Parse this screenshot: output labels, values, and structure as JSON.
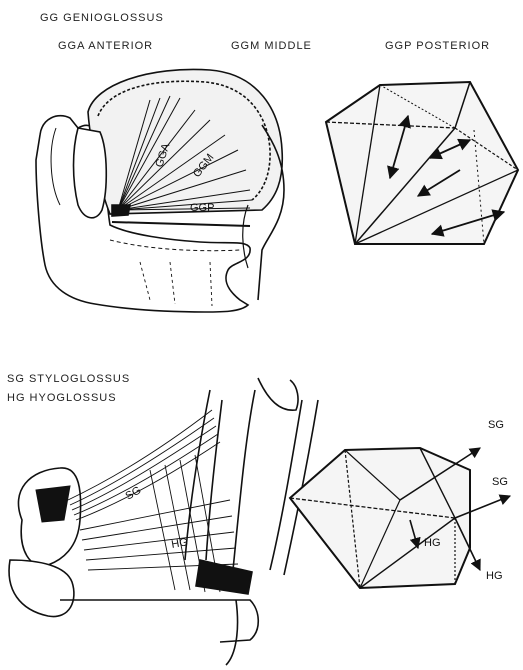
{
  "top_legend": {
    "gg": "GG GENIOGLOSSUS",
    "gga": "GGA ANTERIOR",
    "ggm": "GGM MIDDLE",
    "ggp": "GGP POSTERIOR"
  },
  "top_drawing_labels": {
    "gga": "GGA",
    "ggm": "GGM",
    "ggp": "GGP"
  },
  "bottom_legend": {
    "sg": "SG STYLOGLOSSUS",
    "hg": "HG HYOGLOSSUS"
  },
  "bottom_drawing_labels": {
    "sg": "SG",
    "hg": "HG"
  },
  "bottom_diagram_labels": {
    "sg_upper": "SG",
    "sg_lower": "SG",
    "hg_inner": "HG",
    "hg_lower": "HG"
  }
}
